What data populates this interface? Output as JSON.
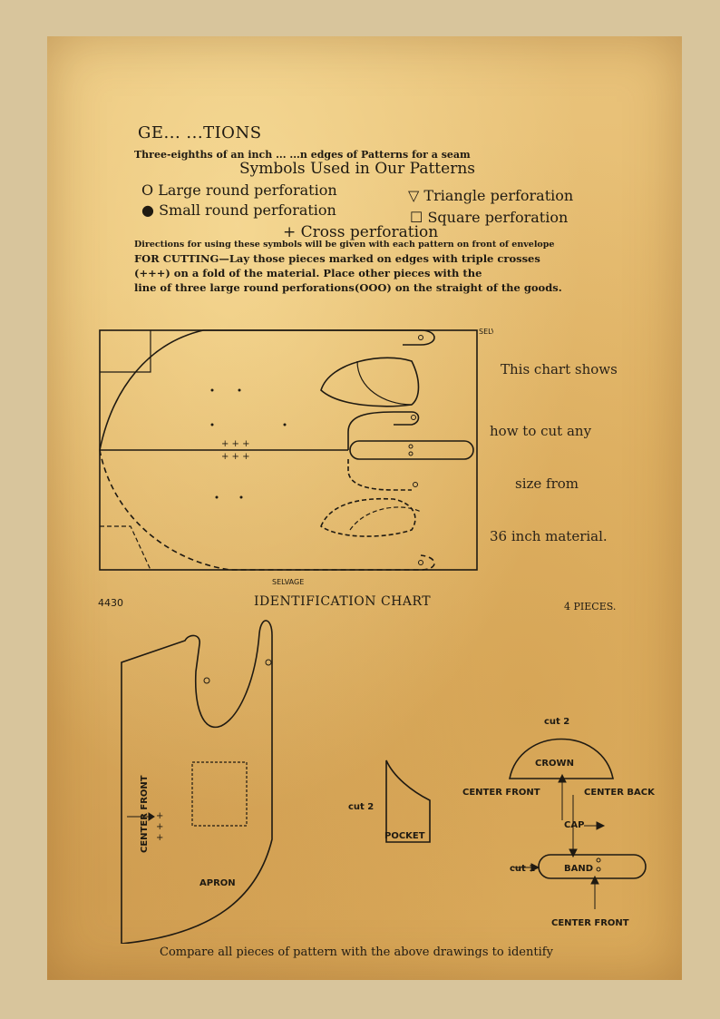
{
  "header": {
    "general_fragment": "GE...  ...TIONS",
    "general_sub": "Three-eighths of an inch ...  ...n edges of Patterns for a seam",
    "symbols_title": "Symbols Used in Our Patterns"
  },
  "symbols": [
    {
      "glyph": "O",
      "label": "Large round perforation"
    },
    {
      "glyph": "●",
      "label": "Small round perforation"
    },
    {
      "glyph": "▽",
      "label": "Triangle perforation"
    },
    {
      "glyph": "☐",
      "label": "Square perforation"
    },
    {
      "glyph": "+",
      "label": "Cross perforation"
    }
  ],
  "directions": {
    "note": "Directions for using these symbols will be given with each pattern on front of envelope",
    "cutting_line1": "FOR CUTTING—Lay those pieces marked on edges with triple crosses",
    "cutting_line2": "(+++) on a                     fold of the material.  Place other pieces with the",
    "cutting_line3": "line of three large round perforations(OOO) on the straight of the goods."
  },
  "cutting_chart": {
    "selvage_top": "SELVAGE",
    "selvage_bottom": "SELVAGE",
    "side_text": [
      "This chart shows",
      "how to cut any",
      "size from",
      "36 inch material."
    ]
  },
  "identification": {
    "pattern_number": "4430",
    "title": "IDENTIFICATION CHART",
    "pieces": "4 PIECES."
  },
  "pieces": {
    "apron": "APRON",
    "center_front_apron": "CENTER FRONT",
    "pocket": "POCKET",
    "pocket_cut": "cut 2",
    "crown": "CROWN",
    "crown_cut": "cut 2",
    "center_front_cap": "CENTER FRONT",
    "center_back": "CENTER BACK",
    "cap": "CAP",
    "band": "BAND",
    "band_cut": "cut 1",
    "center_front_band": "CENTER FRONT"
  },
  "footer": {
    "compare": "Compare all pieces of pattern with the above drawings to identify"
  },
  "colors": {
    "paper": "#e4b86a",
    "ink": "#1f1a12",
    "frame": "#d8c59c"
  }
}
